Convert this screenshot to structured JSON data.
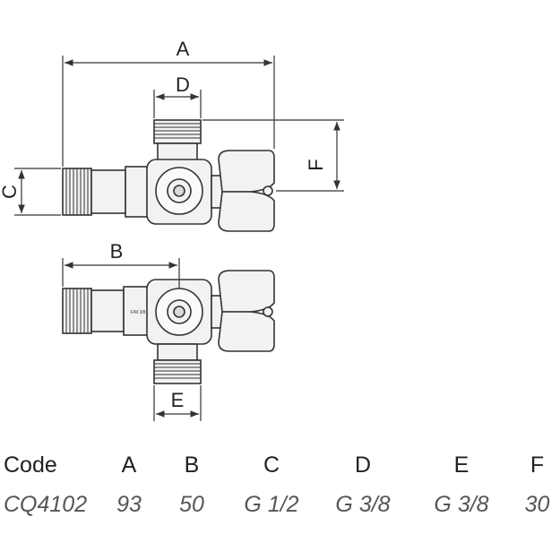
{
  "drawing": {
    "dimensions": {
      "a": "A",
      "b": "B",
      "c": "C",
      "d": "D",
      "e": "E",
      "f": "F"
    },
    "valve_marking": "F/M 3/8",
    "colors": {
      "line": "#333333",
      "body_fill": "#f2f2f2",
      "shade": "#d9d9d9"
    }
  },
  "spec_table": {
    "headers": [
      "Code",
      "A",
      "B",
      "C",
      "D",
      "E",
      "F"
    ],
    "rows": [
      [
        "CQ4102",
        "93",
        "50",
        "G 1/2",
        "G 3/8",
        "G 3/8",
        "30"
      ]
    ]
  }
}
